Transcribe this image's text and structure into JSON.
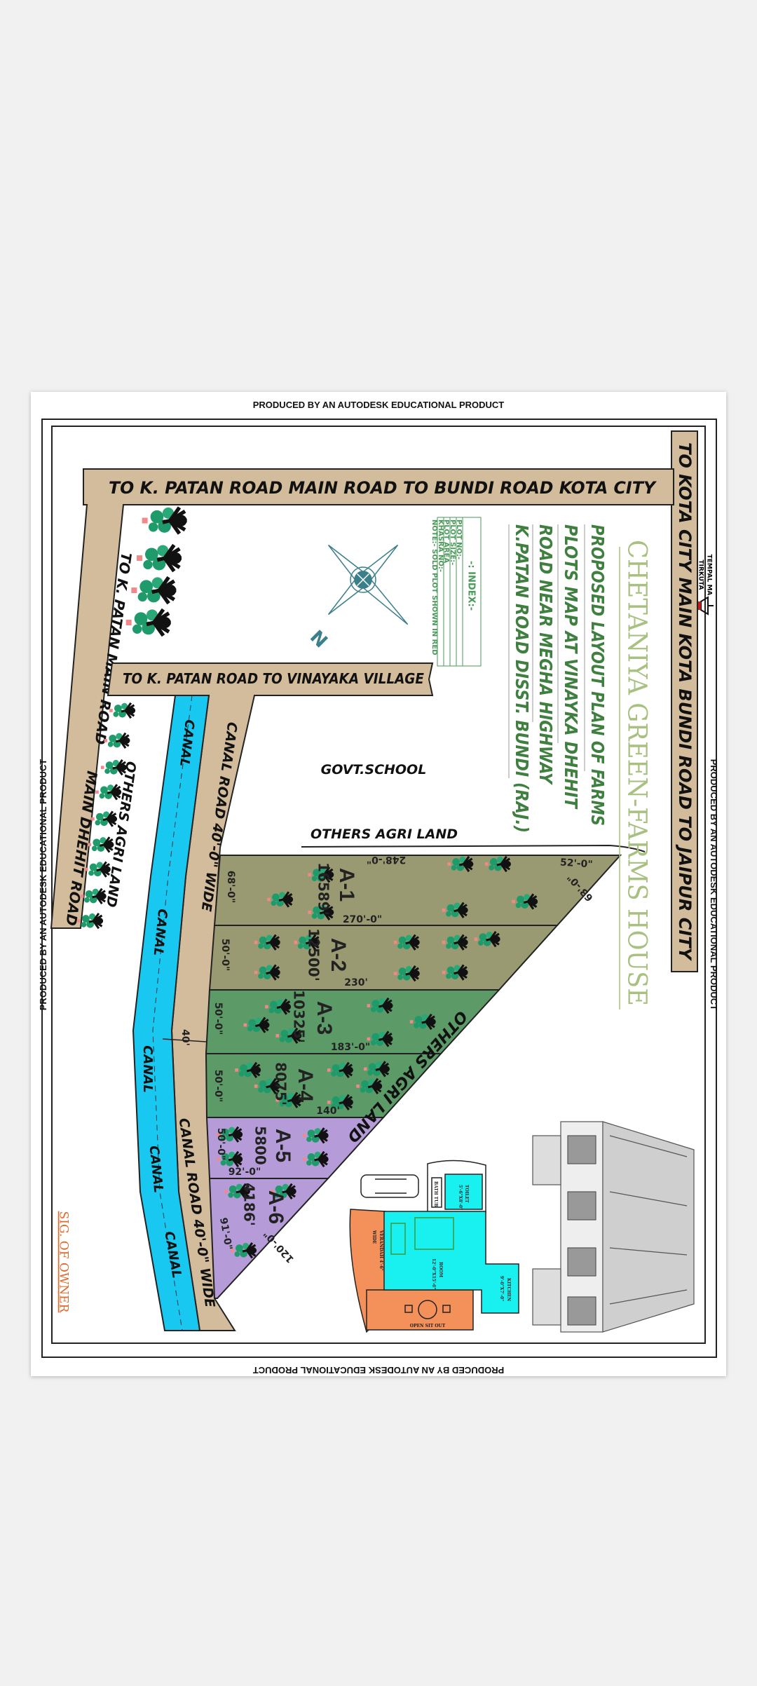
{
  "watermark": "PRODUCED BY AN AUTODESK EDUCATIONAL PRODUCT",
  "title": "CHETANIYA GREEN-FARMS HOUSE",
  "subtitle_lines": [
    "PROPOSED LAYOUT PLAN OF FARMS",
    "PLOTS MAP AT VINAYKA DHEHIT",
    "ROAD NEAR MEGHA HIGHWAY",
    "K.PATAN ROAD DISST. BUNDI (RAJ.)"
  ],
  "index": {
    "heading": "-: INDEX:-",
    "rows": [
      "PLOT NO:-",
      "PLOT SIZE:-",
      "PLOT AREA",
      "KHASRA NO:-",
      "NOTE:- SOLD PLOT SHOWN IN RED"
    ]
  },
  "roads": {
    "right": "TO KOTA CITY   MAIN KOTA BUNDI ROAD   TO JAIPUR CITY",
    "top": "TO K. PATAN ROAD   MAIN ROAD   TO BUNDI ROAD KOTA CITY",
    "middle": "TO K. PATAN ROAD   TO VINAYAKA VILLAGE",
    "left_upper": "TO K. PATAN MAIN ROAD",
    "left_lower": "MAIN DHEHIT ROAD",
    "canal_road": "CANAL ROAD  40'-0\" WIDE",
    "canal": "CANAL",
    "canal_width": "40'"
  },
  "landmarks": {
    "temple": [
      "TEMPAL MA",
      "TIRKUTA"
    ],
    "school": "GOVT.SCHOOL",
    "agri_top": "OTHERS AGRI LAND",
    "agri_diag": "OTHERS AGRI LAND",
    "agri_left": "OTHERS AGRI LAND",
    "compass_n": "N"
  },
  "plots": [
    {
      "id": "A-1",
      "area": "16589'",
      "length": "270'-0\"",
      "width": "68'-0\"",
      "extra": [
        "248'-0\"",
        "52'-0\"",
        "63'-0\""
      ],
      "color": "#9a9a72"
    },
    {
      "id": "A-2",
      "area": "12500'",
      "length": "230'",
      "width": "50'-0\"",
      "color": "#9a9a72"
    },
    {
      "id": "A-3",
      "area": "10325'",
      "length": "183'-0\"",
      "width": "50'-0\"",
      "color": "#5c9a68"
    },
    {
      "id": "A-4",
      "area": "8075'",
      "length": "140'",
      "width": "50'-0\"",
      "color": "#5c9a68"
    },
    {
      "id": "A-5",
      "area": "5800",
      "length": "92'-0\"",
      "width": "50'-0\"",
      "color": "#b59cd8"
    },
    {
      "id": "A-6",
      "area": "4186'",
      "length": "120'-0\"",
      "width": "91'-0\"",
      "color": "#b59cd8"
    }
  ],
  "house": {
    "toilet": "TOILET",
    "toilet_size": "5'-6\"X8'-0\"",
    "bath": "BATH TUB",
    "room": "ROOM",
    "room_size": "12'-0\"X15'-0\"",
    "verandah": "VERANDAH 4'-6\"",
    "verandah2": "WIDE",
    "kitchen": "KITCHEN",
    "kitchen_size": "9'-0\"X7'-0\"",
    "sitout": "OPEN SIT OUT"
  },
  "signature": "SIG. OF OWNER",
  "colors": {
    "road": "#d3bc9c",
    "canal": "#19c8f0",
    "title": "#a8c080",
    "subtitle": "#3f7f3f",
    "signature": "#e06a2a"
  }
}
